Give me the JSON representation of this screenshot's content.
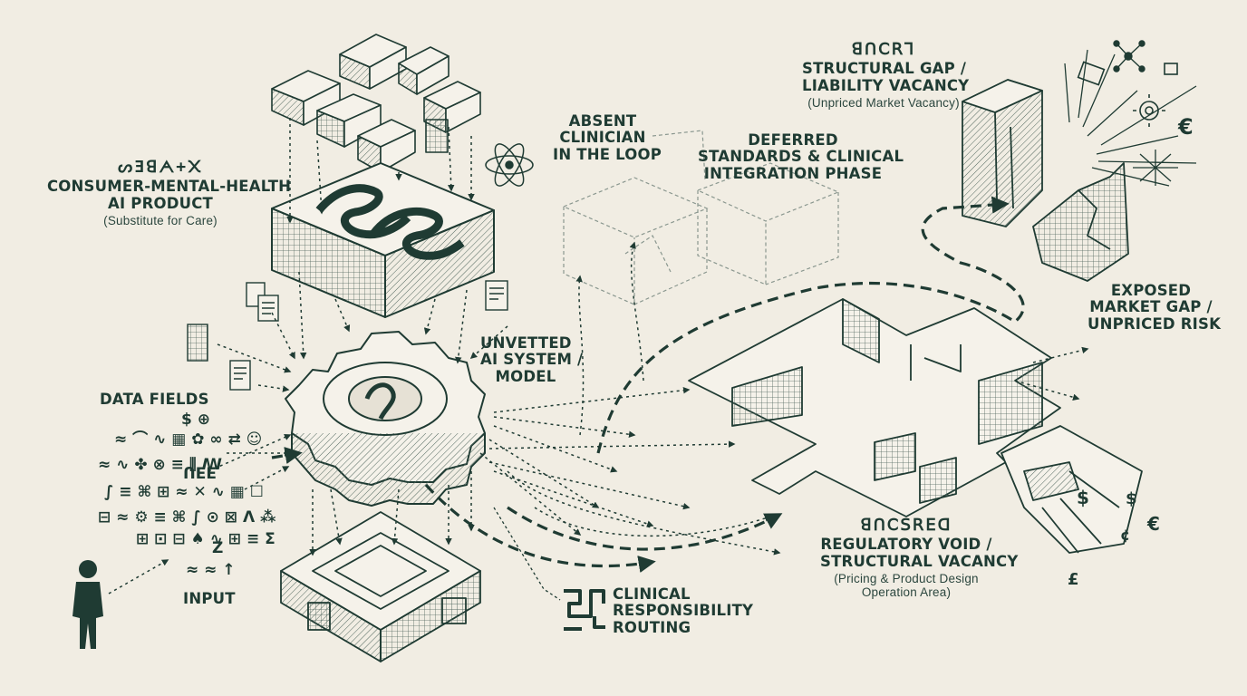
{
  "labels": {
    "consumer": {
      "glyph": "ᔕƎꓭᗅ+᙭",
      "title": "CONSUMER-MENTAL-HEALTH",
      "title2": "AI PRODUCT",
      "sub": "(Substitute for Care)"
    },
    "data_fields": "DATA FIELDS",
    "input": "INPUT",
    "absent": {
      "line1": "ABSENT",
      "line2": "CLINICIAN",
      "line3": "IN THE LOOP"
    },
    "deferred": {
      "line1": "DEFERRED",
      "line2": "STANDARDS & CLINICAL",
      "line3": "INTEGRATION PHASE"
    },
    "unvetted": {
      "line1": "UNVETTED",
      "line2": "AI SYSTEM /",
      "line3": "MODEL"
    },
    "structural": {
      "glyph": "ꓭꓵꓚꓣꓶ",
      "line1": "STRUCTURAL GAP /",
      "line2": "LIABILITY VACANCY",
      "sub": "(Unpriced Market Vacancy)"
    },
    "exposed": {
      "line1": "EXPOSED",
      "line2": "MARKET GAP /",
      "line3": "UNPRICED RISK"
    },
    "regulatory": {
      "glyph": "ꓭꓵꓚꓢꓣꓰꓷ",
      "line1": "REGULATORY VOID /",
      "line2": "STRUCTURAL VACANCY",
      "sub1": "(Pricing & Product Design",
      "sub2": "Operation Area)"
    },
    "clinical": {
      "line1": "CLINICAL",
      "line2": "RESPONSIBILITY",
      "line3": "ROUTING"
    }
  },
  "currency_symbols": [
    "$",
    "€",
    "¢",
    "$",
    "€",
    "£"
  ],
  "colors": {
    "ink": "#1f3b33",
    "paper": "#f1ede3",
    "hatch": "#6a7d74"
  }
}
